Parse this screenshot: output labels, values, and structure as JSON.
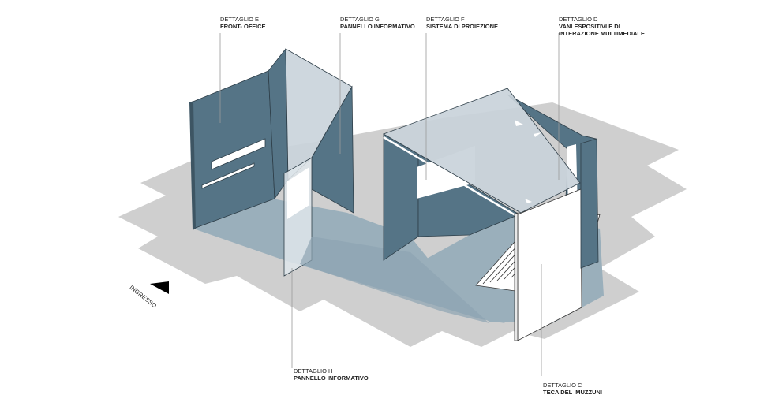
{
  "colors": {
    "wall": "#557486",
    "wall_edge": "#2e3e48",
    "floor_shadow": "#cfcfcf",
    "floor_tint": "#9aafbb",
    "glass": "#c9d3da",
    "white_panel": "#ffffff",
    "leader": "#9a9a9a"
  },
  "labels": [
    {
      "id": "E",
      "caption": "DETTAGLIO E",
      "title": "FRONT- OFFICE"
    },
    {
      "id": "G",
      "caption": "DETTAGLIO G",
      "title": "PANNELLO INFORMATIVO"
    },
    {
      "id": "F",
      "caption": "DETTAGLIO F",
      "title": "SISTEMA DI PROIEZIONE"
    },
    {
      "id": "D",
      "caption": "DETTAGLIO D",
      "title": "VANI ESPOSITIVI E DI\nINTERAZIONE MULTIMEDIALE"
    },
    {
      "id": "H",
      "caption": "DETTAGLIO H",
      "title": "PANNELLO INFORMATIVO"
    },
    {
      "id": "C",
      "caption": "DETTAGLIO C",
      "title": "TECA DEL  MUZZUNI"
    }
  ],
  "entrance": {
    "label": "INGRESSO",
    "icon": "entrance-arrow-icon"
  }
}
